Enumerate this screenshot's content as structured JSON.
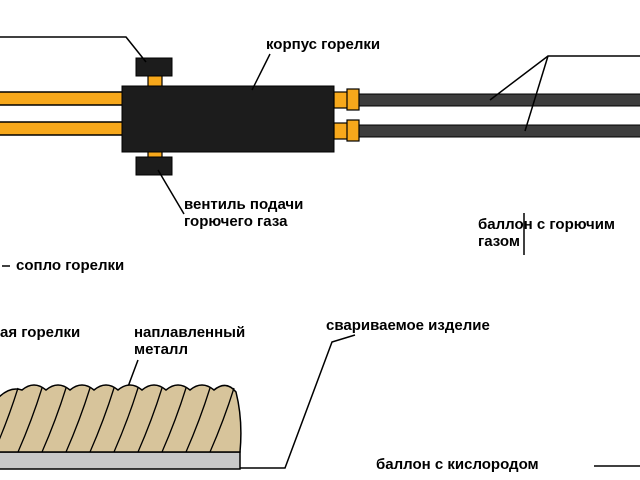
{
  "labels": {
    "torch_body": "корпус горелки",
    "fuel_valve_line1": "вентиль подачи",
    "fuel_valve_line2": "горючего газа",
    "fuel_cylinder_line1": "баллон с горючим",
    "fuel_cylinder_line2": "газом",
    "torch_nozzle": "сопло горелки",
    "torch_partial": "ая горелки",
    "deposited_metal_line1": "наплавленный",
    "deposited_metal_line2": "металл",
    "workpiece": "свариваемое изделие",
    "oxygen_cylinder": "баллон с кислородом"
  },
  "colors": {
    "hose_orange": "#f7a81b",
    "torch_body": "#1c1c1c",
    "gas_hose": "#3d3d3d",
    "weld_bead": "#d7c49b",
    "workpiece_plate": "#c8c8c8"
  }
}
